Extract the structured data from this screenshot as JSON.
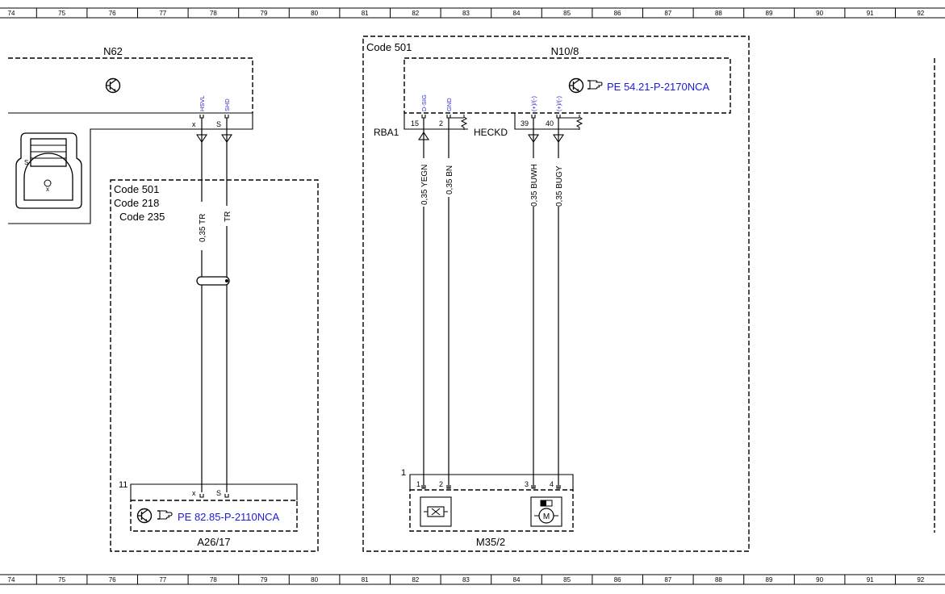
{
  "ruler": [
    "74",
    "75",
    "76",
    "77",
    "78",
    "79",
    "80",
    "81",
    "82",
    "83",
    "84",
    "85",
    "86",
    "87",
    "88",
    "89",
    "90",
    "91",
    "92"
  ],
  "n62": {
    "name": "N62",
    "pins": {
      "hsvl": "HSVL",
      "shd": "SHD"
    },
    "contacts": {
      "x": "x",
      "s": "S"
    },
    "connector": {
      "s": "S",
      "x": "x"
    }
  },
  "codes_left": [
    "Code 501",
    "Code 218",
    "Code 235"
  ],
  "left_wires": {
    "w1": "0,35 TR",
    "w2": "TR"
  },
  "a2617": {
    "name": "A26/17",
    "pin_number": "11",
    "contacts": {
      "x": "x",
      "s": "S"
    },
    "ref": "PE 82.85-P-2110NCA"
  },
  "code_right": "Code 501",
  "n108": {
    "name": "N10/8",
    "ref": "PE 54.21-P-2170NCA",
    "signals": [
      "D-SIG",
      "GND",
      "(+)/(-)",
      "(+)/(-)"
    ],
    "pins": [
      "15",
      "2",
      "39",
      "40"
    ],
    "rba1": "RBA1",
    "heckd": "HECKD"
  },
  "right_wires": [
    "0,35 YEGN",
    "0,35 BN",
    "0,35 BUWH",
    "0,35 BUGY"
  ],
  "m352": {
    "name": "M35/2",
    "pin_number": "1",
    "pins": [
      "1",
      "2",
      "3",
      "4"
    ],
    "motor_label": "M"
  },
  "icons": {
    "link": "pointing-hand-icon",
    "control_unit": "transistor-icon",
    "motor": "motor-icon",
    "shield": "shield-splice-icon"
  }
}
